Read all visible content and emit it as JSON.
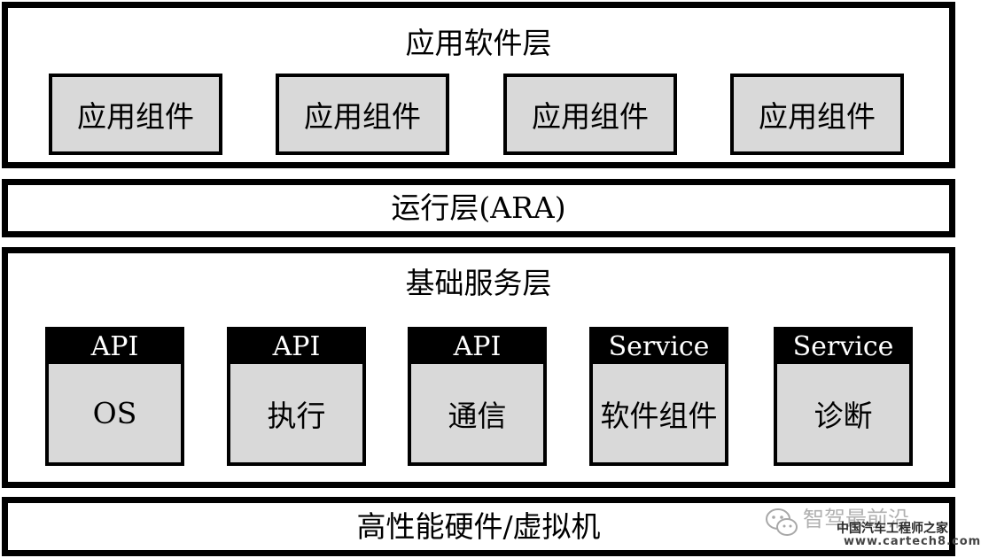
{
  "layers": {
    "application": {
      "title": "应用软件层",
      "components": [
        "应用组件",
        "应用组件",
        "应用组件",
        "应用组件"
      ]
    },
    "runtime": {
      "title": "运行层(ARA)"
    },
    "foundation": {
      "title": "基础服务层",
      "modules": [
        {
          "header": "API",
          "label": "OS"
        },
        {
          "header": "API",
          "label": "执行"
        },
        {
          "header": "API",
          "label": "通信"
        },
        {
          "header": "Service",
          "label": "软件组件"
        },
        {
          "header": "Service",
          "label": "诊断"
        }
      ]
    },
    "hardware": {
      "title": "高性能硬件/虚拟机"
    }
  },
  "watermark": {
    "account": "智驾最前沿",
    "site_name": "中国汽车工程师之家",
    "url": "www.cartech8.com",
    "icon": "wechat-icon"
  },
  "colors": {
    "border": "#000000",
    "component_fill": "#d9d9d9",
    "header_fill": "#000000",
    "header_text": "#ffffff"
  }
}
